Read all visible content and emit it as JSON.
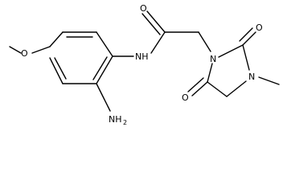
{
  "molecule": {
    "atom_labels": {
      "oxygen_methoxy": "O",
      "nh2": "NH",
      "nh2_subscript": "2",
      "amide_nh": "NH",
      "amide_o": "O",
      "ring_n1": "N",
      "ring_o_top": "O",
      "ring_n3": "N",
      "ring_o_bottom": "O"
    }
  }
}
